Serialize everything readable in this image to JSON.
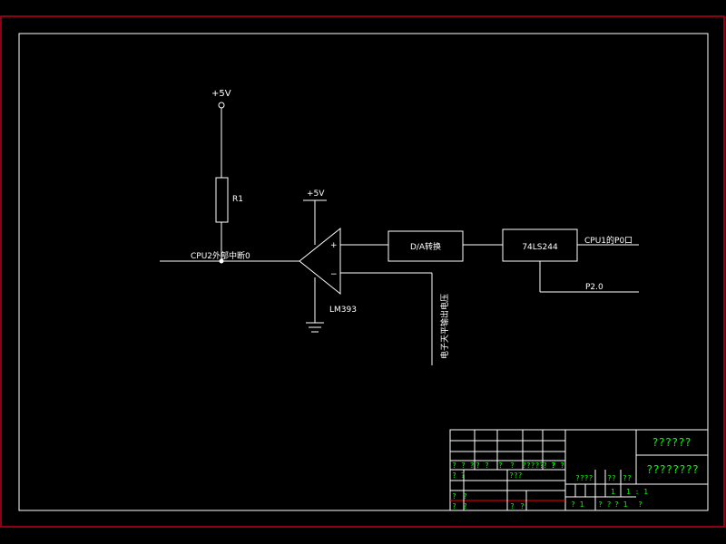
{
  "colors": {
    "background": "#000000",
    "outer_border": "#c0001c",
    "lines": "#ffffff",
    "title_block_text": "#00ff00",
    "title_block_red_line": "#ff0000"
  },
  "schematic": {
    "vcc_top": "+5V",
    "resistor": "R1",
    "interrupt_net": "CPU2外部中断0",
    "comparator_supply": "+5V",
    "comparator_plus": "+",
    "comparator_minus": "−",
    "comparator_part": "LM393",
    "dac_block": "D/A转换",
    "buffer_block": "74LS244",
    "p0_net": "CPU1的P0口",
    "p20_net": "P2.0",
    "scale_voltage_net": "电子天平输出电压"
  },
  "title_block": {
    "company": "??????",
    "drawing_title": "????????",
    "row_header": [
      "?",
      "? ?",
      "?",
      "?",
      "?",
      "?",
      "?????",
      "? ?",
      "?",
      "?"
    ],
    "mark_left": "? ?",
    "mark_mid": "???",
    "scale_header": [
      "????",
      "??",
      "??"
    ],
    "scale_values": [
      "1",
      "1 : 1"
    ],
    "bottom_left": [
      "?",
      "?",
      "?",
      "?",
      "?",
      "?"
    ],
    "bottom_right": [
      "? 1",
      "? ?",
      "? 1",
      "?"
    ]
  }
}
